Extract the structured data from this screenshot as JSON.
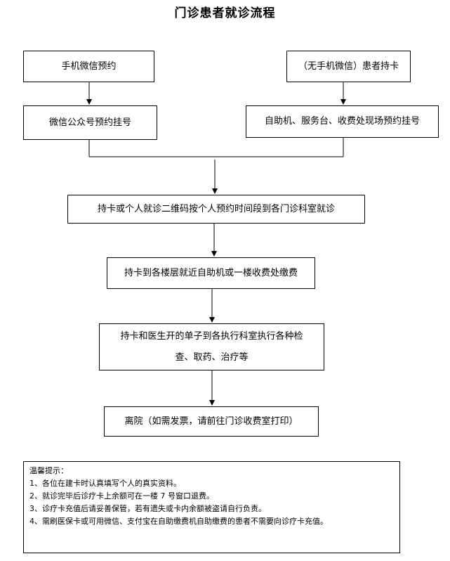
{
  "title": "门诊患者就诊流程",
  "boxes": {
    "wechat_appointment": "手机微信预约",
    "card_holder": "（无手机微信）患者持卡",
    "wechat_public_register": "微信公众号预约挂号",
    "onsite_register": "自助机、服务台、收费处现场预约挂号",
    "visit_department": "持卡或个人就诊二维码按个人预约时间段到各门诊科室就诊",
    "payment": "持卡到各楼层就近自助机或一楼收费处缴费",
    "exam_line1": "持卡和医生开的单子到各执行科室执行各种检",
    "exam_line2": "查、取药、治疗等",
    "leave": "离院（如需发票，请前往门诊收费室打印）"
  },
  "notes": {
    "heading": "温馨提示：",
    "items": [
      "1、各位在建卡时认真填写个人的真实资料。",
      "2、就诊完毕后诊疗卡上余额可在一楼 7 号窗口退费。",
      "3、诊疗卡充值后请妥善保管，若有遗失或卡内余额被盗请自行负责。",
      "4、需刷医保卡或可用微信、支付宝在自助缴费机自助缴费的患者不需要向诊疗卡充值。"
    ]
  }
}
